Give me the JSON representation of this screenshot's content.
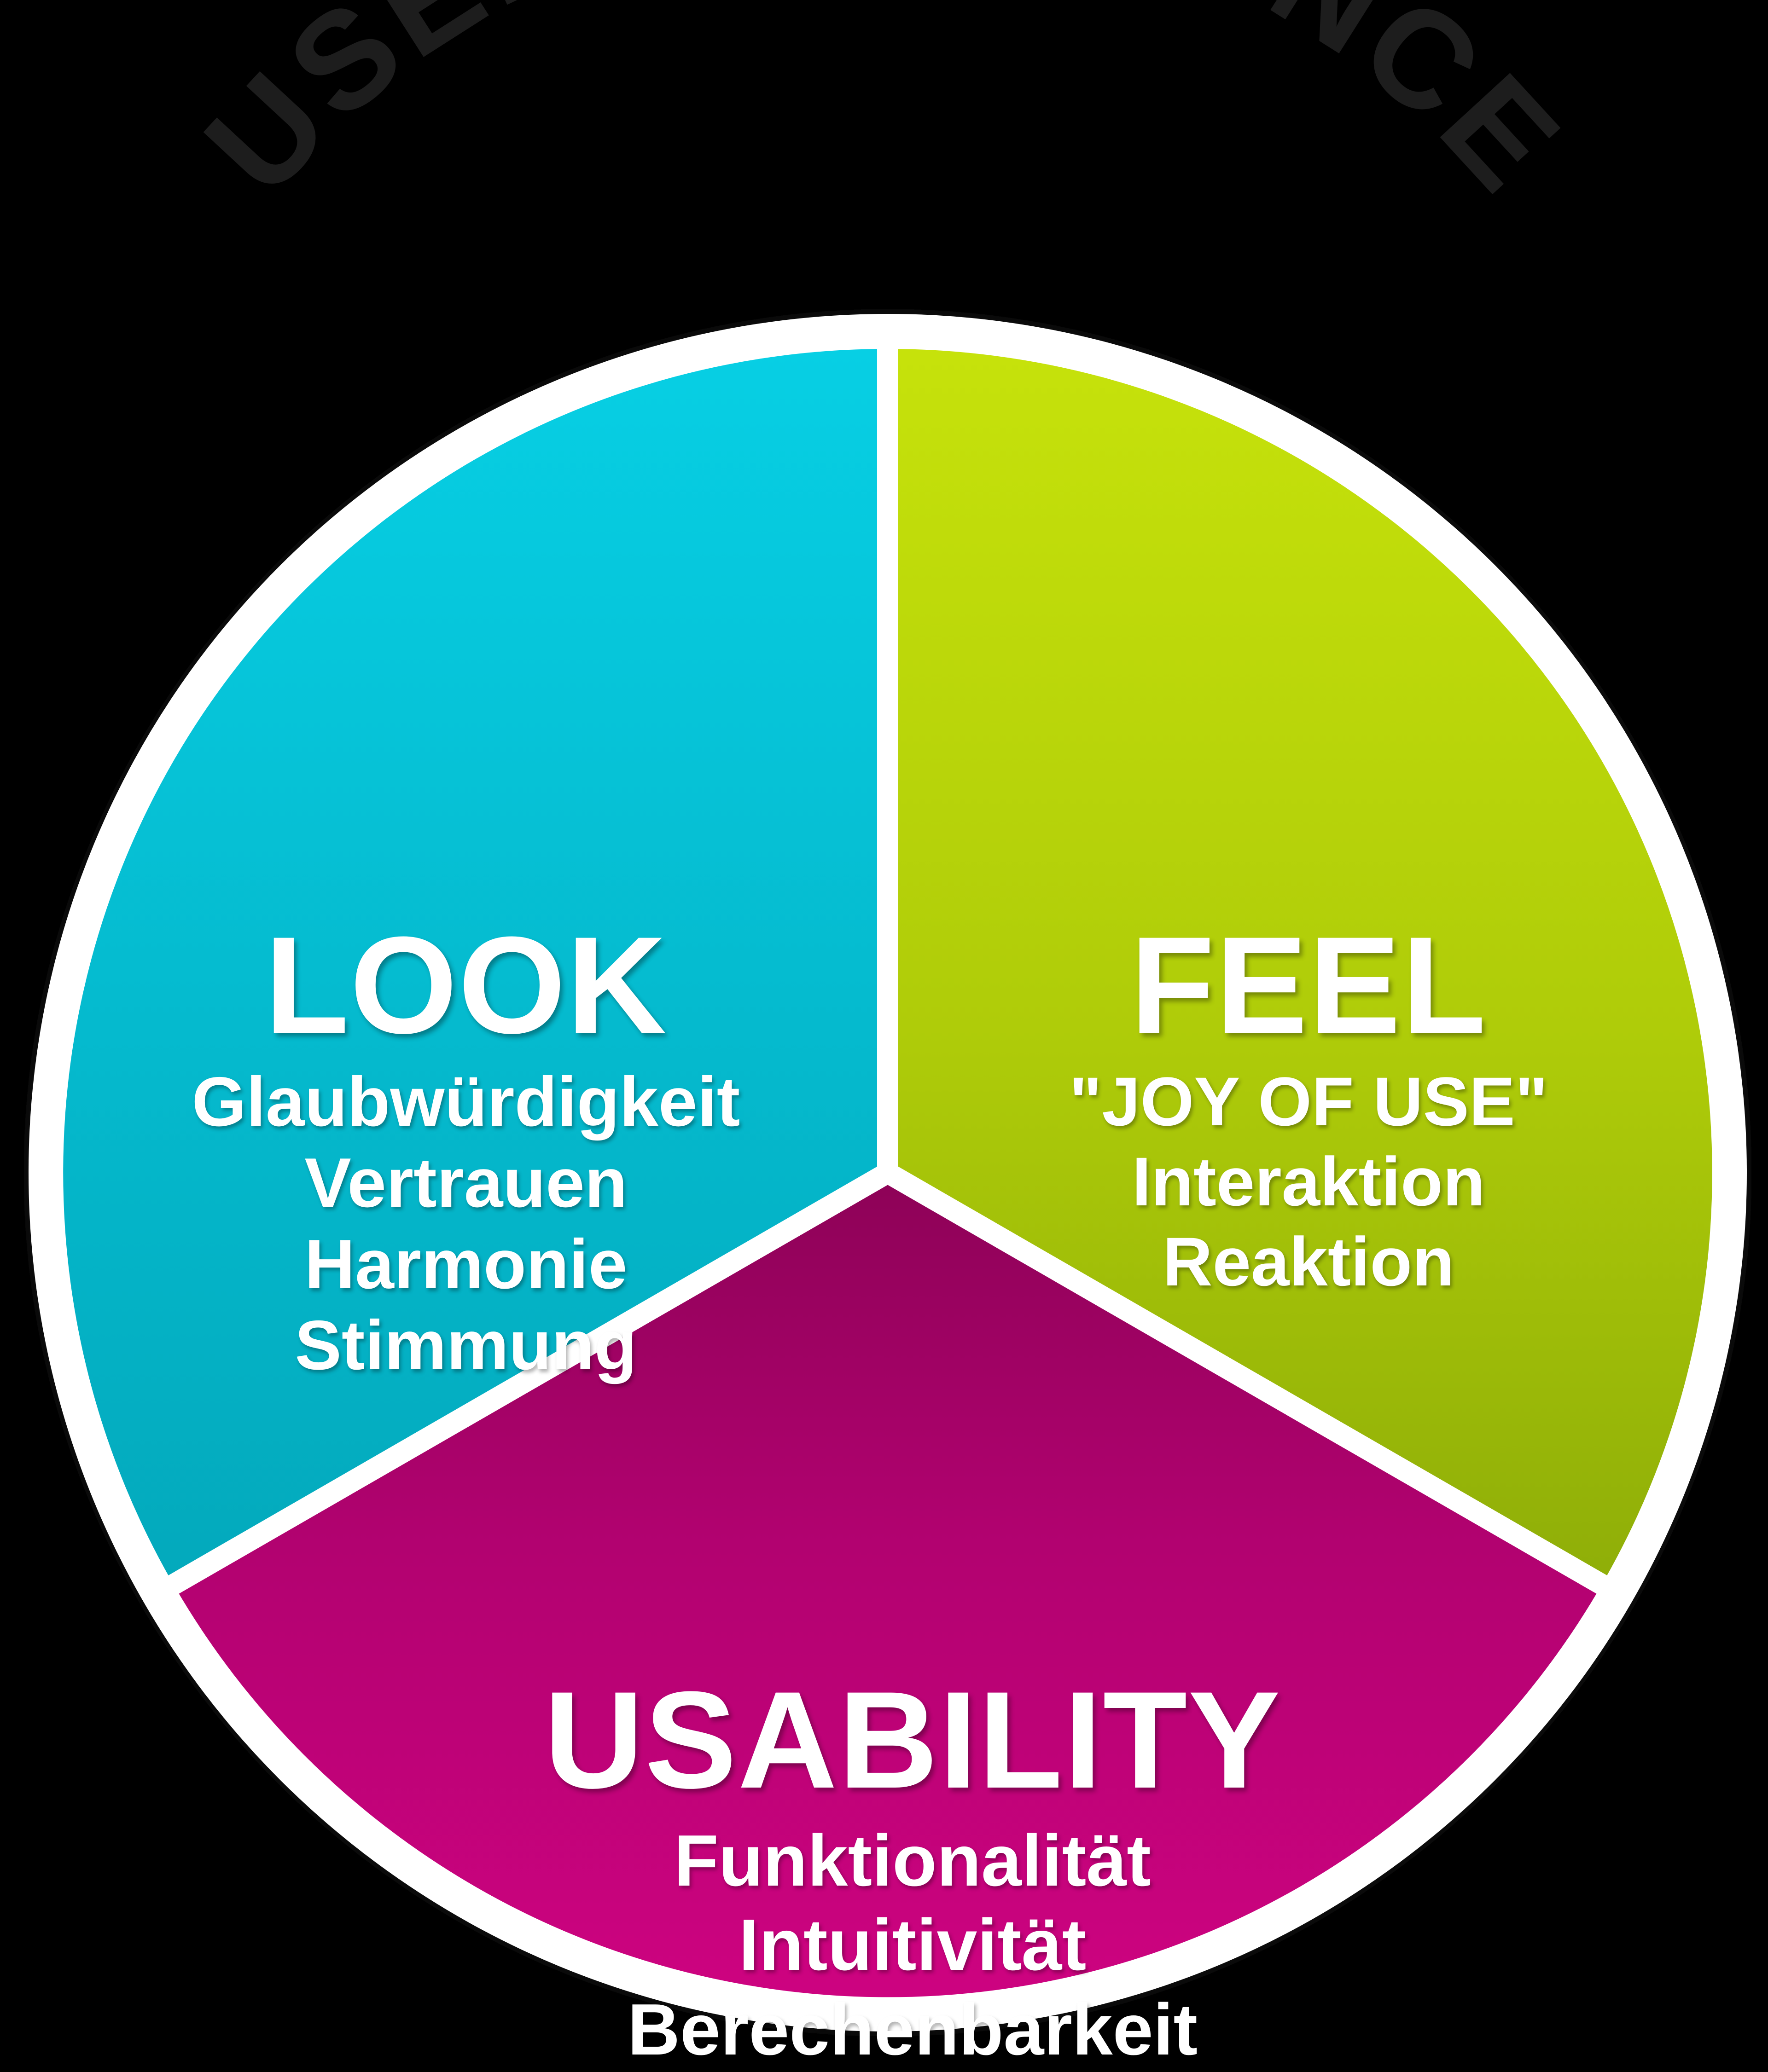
{
  "header": {
    "title": "USER EXPERIENCE",
    "title_color": "#1d1d1d"
  },
  "background_color": "#000000",
  "ring": {
    "color": "#ffffff",
    "glow_color": "#161616"
  },
  "chart_data": {
    "type": "pie",
    "title": "USER EXPERIENCE",
    "legend": "none",
    "grid": false,
    "categories": [
      "LOOK",
      "FEEL",
      "USABILITY"
    ],
    "values": [
      33.33,
      33.33,
      33.33
    ],
    "slice_colors": [
      "#07CFE4",
      "#C4E10A",
      "#8D0257"
    ],
    "annotations": [
      {
        "slice": "LOOK",
        "items": [
          "Glaubwürdigkeit",
          "Vertrauen",
          "Harmonie",
          "Stimmung"
        ]
      },
      {
        "slice": "FEEL",
        "items": [
          "\"JOY OF USE\"",
          "Interaktion",
          "Reaktion"
        ]
      },
      {
        "slice": "USABILITY",
        "items": [
          "Funktionalität",
          "Intuitivität",
          "Berechenbarkeit"
        ]
      }
    ]
  },
  "segments": {
    "look": {
      "title": "LOOK",
      "color_top": "#07CFE4",
      "color_bottom": "#03A9BC",
      "items": [
        "Glaubwürdigkeit",
        "Vertrauen",
        "Harmonie",
        "Stimmung"
      ]
    },
    "feel": {
      "title": "FEEL",
      "color_top": "#C4E10A",
      "color_bottom": "#8FAE08",
      "items": [
        "\"JOY OF USE\"",
        "Interaktion",
        "Reaktion"
      ]
    },
    "usability": {
      "title": "USABILITY",
      "color_top": "#8D0257",
      "color_bottom": "#CD0380",
      "items": [
        "Funktionalität",
        "Intuitivität",
        "Berechenbarkeit"
      ]
    }
  }
}
